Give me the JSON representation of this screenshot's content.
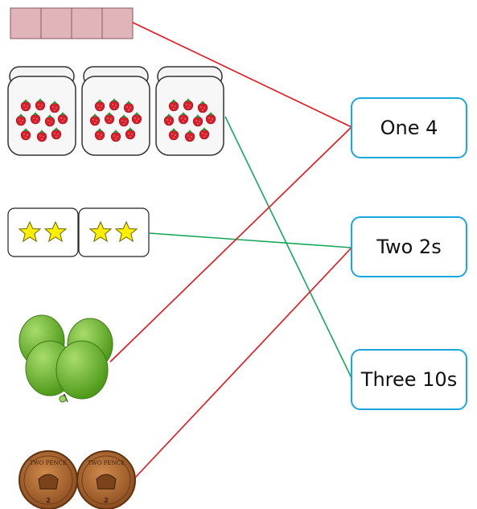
{
  "labels": [
    {
      "id": "one-4",
      "text": "One 4"
    },
    {
      "id": "two-2s",
      "text": "Two 2s"
    },
    {
      "id": "three-10s",
      "text": "Three 10s"
    }
  ],
  "pictures": [
    {
      "id": "bar-of-4-squares",
      "count": 4
    },
    {
      "id": "jars-of-strawberries",
      "count": 3,
      "strawberries_per_jar": 10
    },
    {
      "id": "star-cards",
      "count": 2,
      "stars_per_card": 2
    },
    {
      "id": "balloons",
      "count": 4
    },
    {
      "id": "two-pence-coins",
      "count": 2
    }
  ],
  "coin_text": {
    "top": "TWO PENCE",
    "value": "2"
  },
  "matches": [
    {
      "from": "bar-of-4-squares",
      "to": "one-4",
      "color": "#e8141b"
    },
    {
      "from": "jars-of-strawberries",
      "to": "three-10s",
      "color": "#16a85a"
    },
    {
      "from": "star-cards",
      "to": "two-2s",
      "color": "#16a85a"
    },
    {
      "from": "balloons",
      "to": "one-4",
      "color": "#e8141b"
    },
    {
      "from": "two-pence-coins",
      "to": "two-2s",
      "color": "#e8141b"
    }
  ],
  "colors": {
    "box_border": "#1aa7e0",
    "square_fill": "#e0b4b8",
    "star": "#ffee00",
    "strawberry": "#d81e2a",
    "balloon": "#6dbb2a",
    "coin": "#b0662e"
  }
}
